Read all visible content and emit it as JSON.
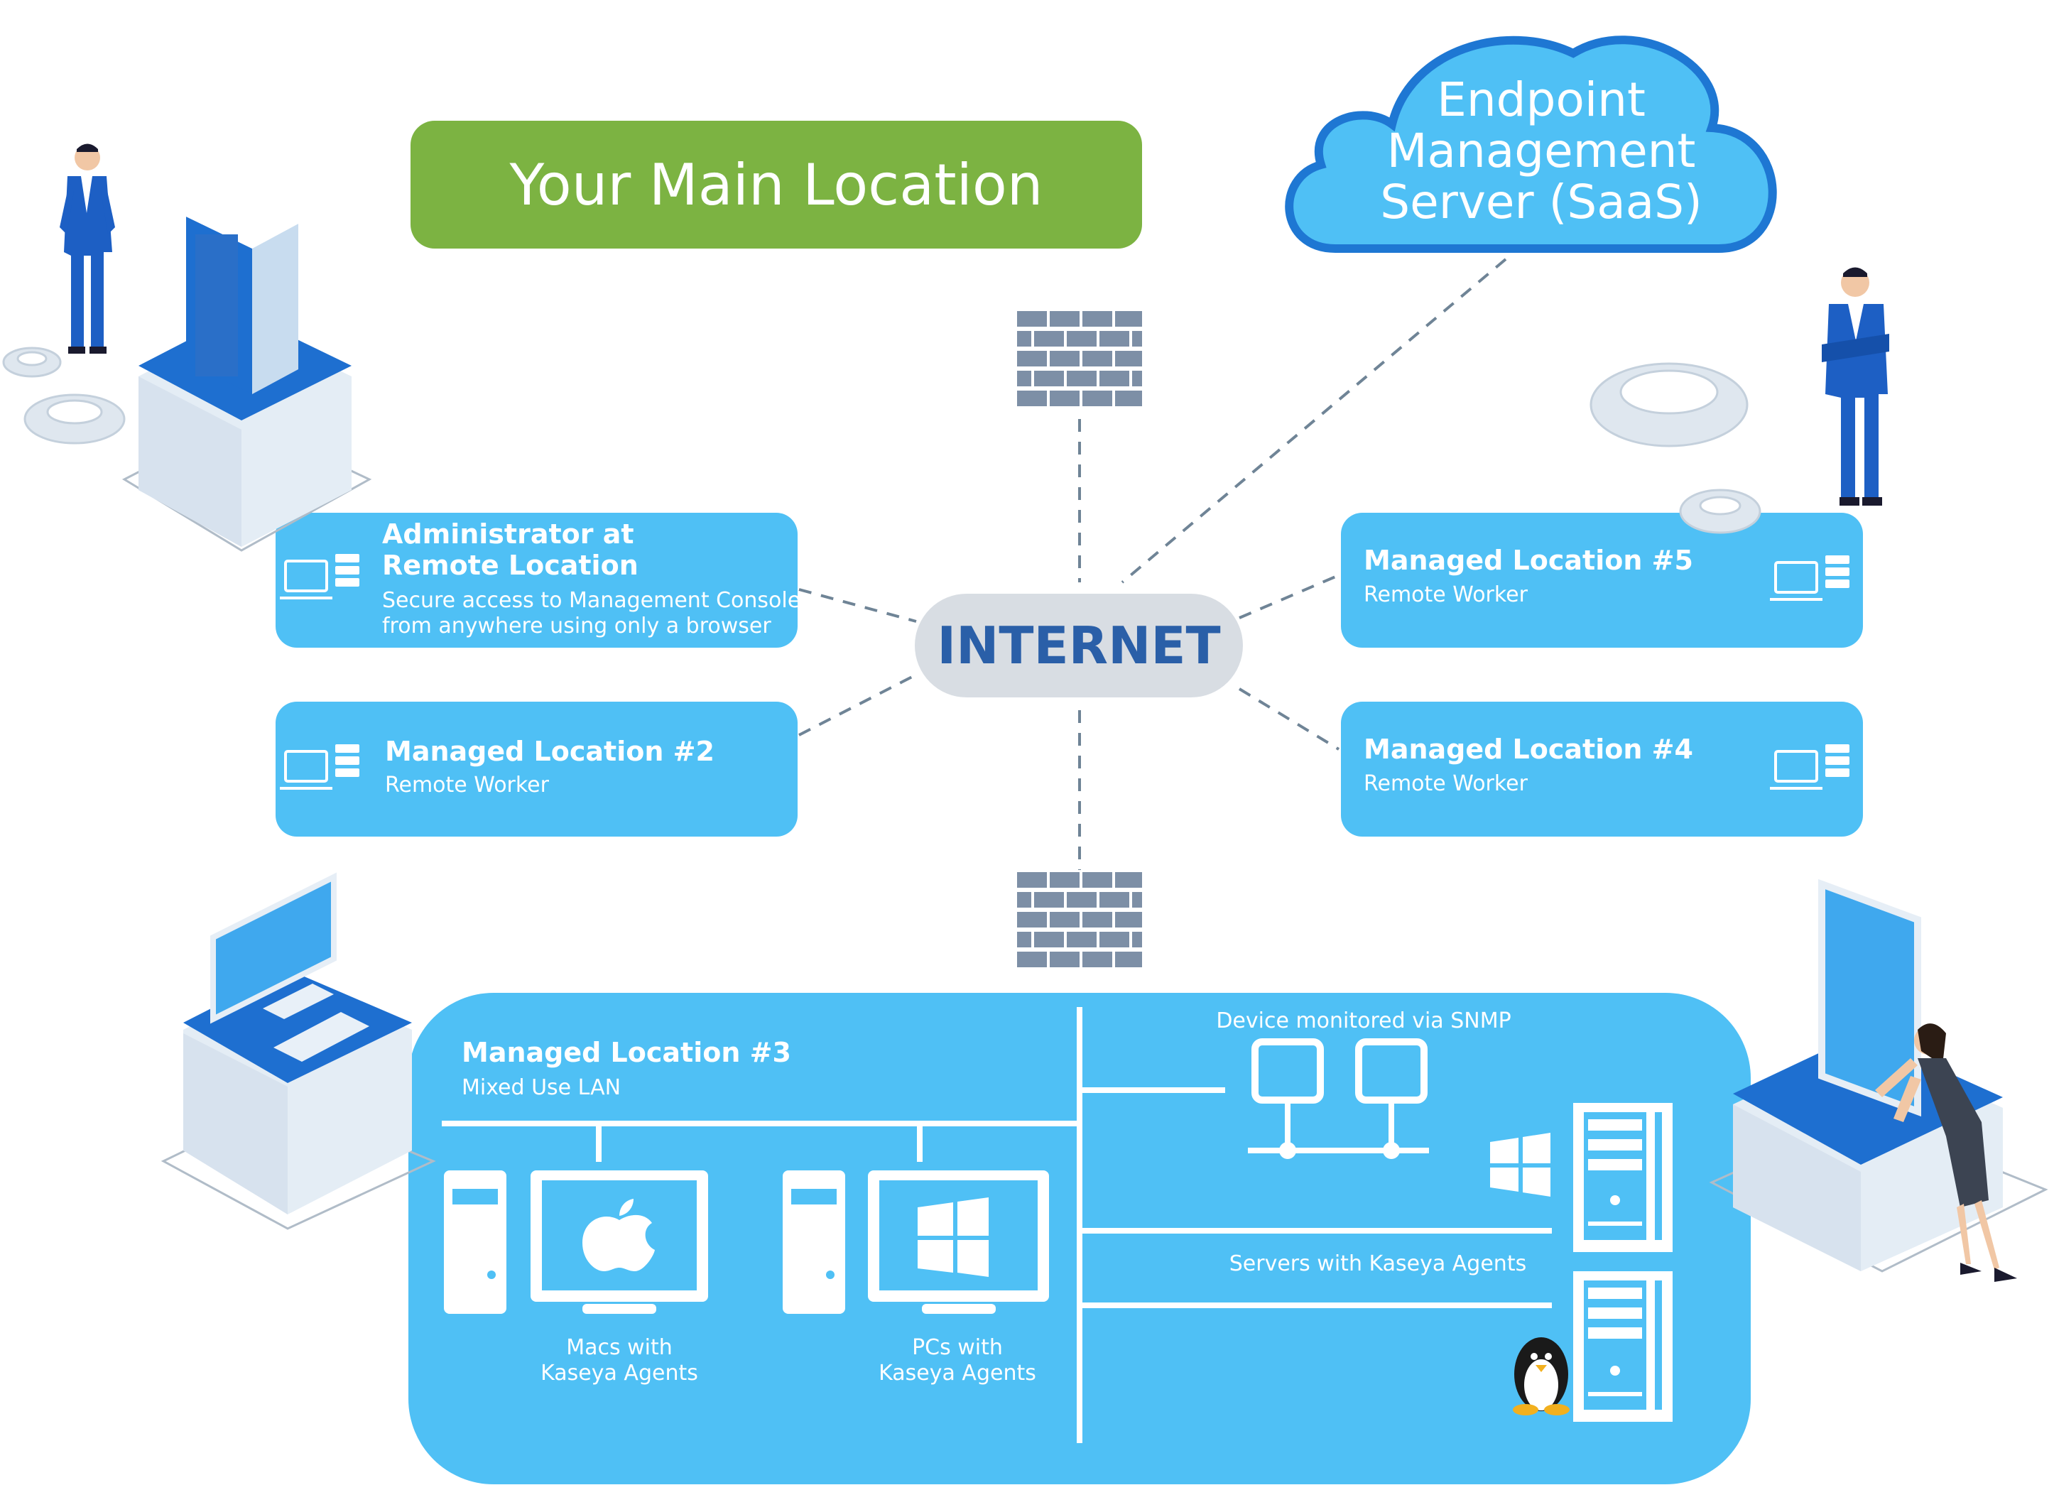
{
  "main_location": {
    "label": "Your Main Location"
  },
  "cloud": {
    "line1": "Endpoint",
    "line2": "Management",
    "line3": "Server (SaaS)"
  },
  "internet": {
    "label": "INTERNET"
  },
  "admin_card": {
    "title1": "Administrator at",
    "title2": "Remote Location",
    "sub1": "Secure access to Management Console",
    "sub2": "from anywhere using only a browser"
  },
  "loc2": {
    "title": "Managed Location #2",
    "sub": "Remote Worker"
  },
  "loc4": {
    "title": "Managed Location #4",
    "sub": "Remote Worker"
  },
  "loc5": {
    "title": "Managed Location #5",
    "sub": "Remote Worker"
  },
  "loc3": {
    "title": "Managed Location #3",
    "sub": "Mixed Use LAN",
    "snmp": "Device monitored via SNMP",
    "servers": "Servers with Kaseya Agents",
    "macs1": "Macs with",
    "macs2": "Kaseya Agents",
    "pcs1": "PCs with",
    "pcs2": "Kaseya Agents"
  },
  "icons": [
    "firewall-icon",
    "cloud-icon",
    "laptop-icon",
    "server-stack-icon",
    "apple-icon",
    "windows-icon",
    "linux-icon",
    "monitor-icon",
    "tower-pc-icon",
    "rack-server-icon",
    "gear-icon",
    "person-icon"
  ],
  "colors": {
    "card": "#4fc0f5",
    "main_location": "#7cb342",
    "internet_text": "#2a5fa8",
    "cloud_fill": "#4fc0f5",
    "cloud_stroke": "#1e77d3",
    "firewall": "#7d8fa6"
  }
}
